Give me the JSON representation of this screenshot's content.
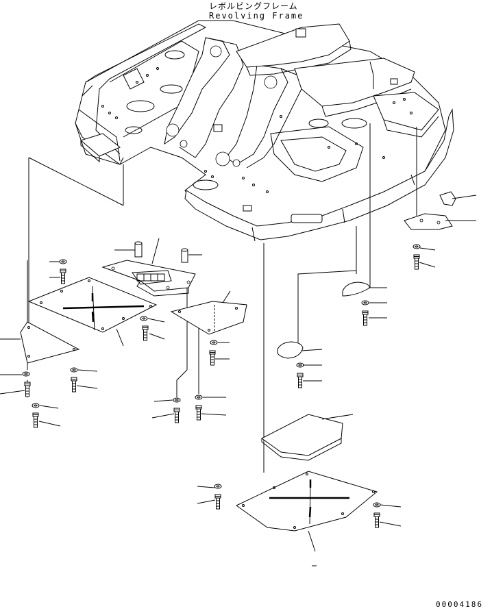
{
  "diagram": {
    "title_jp": "レボルビングフレーム",
    "title_en": "Revolving Frame",
    "document_number": "00004186"
  }
}
